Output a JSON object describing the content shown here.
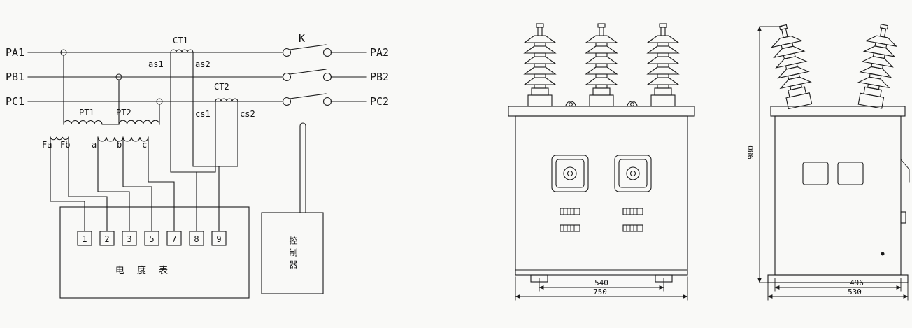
{
  "circuit": {
    "phase_in": [
      "PA1",
      "PB1",
      "PC1"
    ],
    "phase_out": [
      "PA2",
      "PB2",
      "PC2"
    ],
    "ct1": "CT1",
    "ct2": "CT2",
    "switch": "K",
    "ct1_taps": [
      "as1",
      "as2"
    ],
    "ct2_taps": [
      "cs1",
      "cs2"
    ],
    "pt1": "PT1",
    "pt2": "PT2",
    "pt_taps": [
      "Fa",
      "Fb",
      "a",
      "b",
      "c"
    ],
    "meter_terminals": [
      "1",
      "2",
      "3",
      "5",
      "7",
      "8",
      "9"
    ],
    "meter_label": "电 度 表",
    "controller_label": "控制器"
  },
  "front_view": {
    "dim_inner": "540",
    "dim_outer": "750",
    "dim_height": "980"
  },
  "side_view": {
    "dim_inner": "496",
    "dim_outer": "530"
  },
  "colors": {
    "line": "#1b1b1b",
    "paper": "#f9f9f7"
  }
}
